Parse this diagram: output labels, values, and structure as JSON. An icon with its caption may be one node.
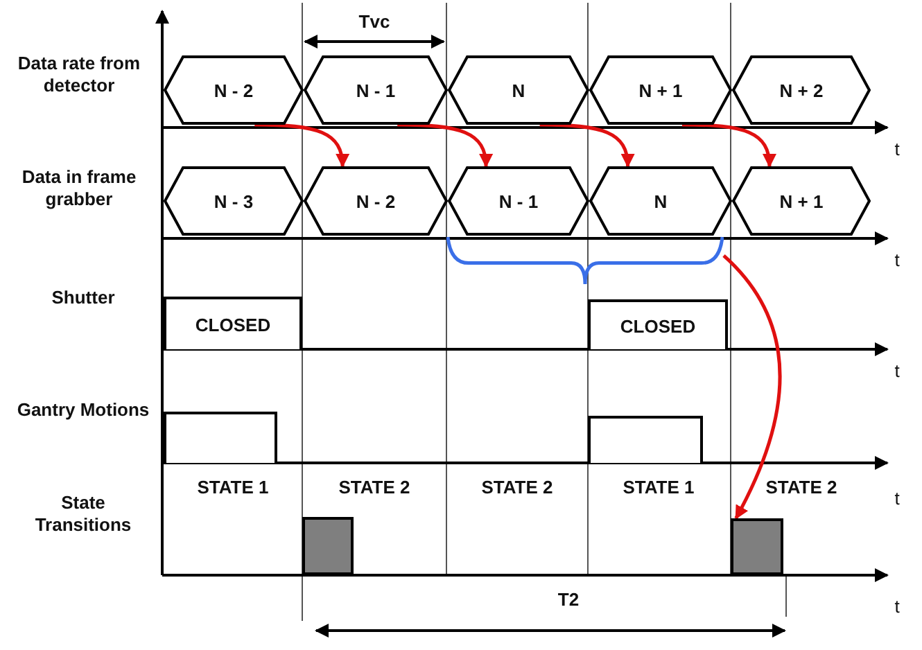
{
  "diagram": {
    "nodes": [
      {
        "text": [
          "N - 2"
        ]
      },
      {
        "text": [
          "N - 1"
        ]
      },
      {
        "text": [
          "N"
        ]
      },
      {
        "text": [
          "N + 1"
        ]
      },
      {
        "text": [
          "N + 2"
        ]
      },
      {
        "text": [
          "N - 3"
        ]
      },
      {
        "text": [
          "N - 2"
        ]
      },
      {
        "text": [
          "N - 1"
        ]
      },
      {
        "text": [
          "N"
        ]
      },
      {
        "text": [
          "N + 1"
        ]
      },
      {
        "text": [],
        "shape": "brace"
      },
      {
        "text": [
          "CLOSED"
        ]
      },
      {
        "text": [
          "CLOSED"
        ]
      },
      {
        "text": [],
        "shape": "box"
      },
      {
        "text": [],
        "shape": "box"
      },
      {
        "text": [],
        "shape": "box"
      },
      {
        "text": [],
        "shape": "box"
      }
    ],
    "edges": [
      {
        "from": 0,
        "to": 6,
        "arrow": "to"
      },
      {
        "from": 1,
        "to": 7,
        "arrow": "to"
      },
      {
        "from": 2,
        "to": 8,
        "arrow": "to"
      },
      {
        "from": 3,
        "to": 9,
        "arrow": "to"
      },
      {
        "from": 10,
        "to": 16,
        "arrow": "to"
      }
    ],
    "labels": [
      "Tvc",
      "Data rate from detector",
      "t",
      "Data in frame grabber",
      "t",
      "Shutter",
      "t",
      "Gantry Motions",
      "STATE 1",
      "STATE 2",
      "STATE 2",
      "STATE 1",
      "STATE 2",
      "t",
      "State Transitions",
      "T2",
      "t"
    ]
  }
}
